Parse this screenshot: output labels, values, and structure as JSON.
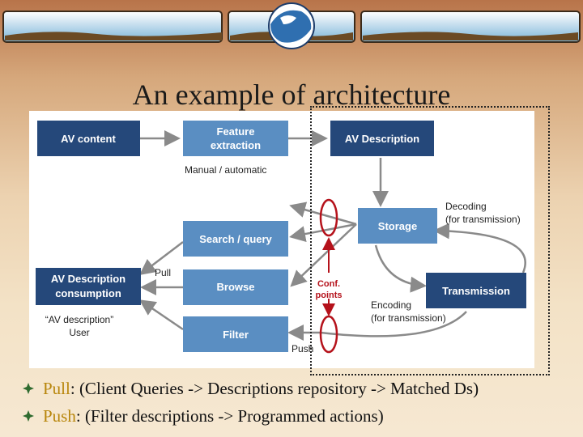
{
  "slide": {
    "title": "An example of architecture"
  },
  "diagram": {
    "boxes": {
      "av_content": "AV content",
      "feature_extraction_l1": "Feature",
      "feature_extraction_l2": "extraction",
      "av_description": "AV Description",
      "storage": "Storage",
      "search_query": "Search / query",
      "browse": "Browse",
      "filter": "Filter",
      "transmission": "Transmission",
      "consumption_l1": "AV Description",
      "consumption_l2": "consumption"
    },
    "labels": {
      "manual_automatic": "Manual / automatic",
      "decoding_l1": "Decoding",
      "decoding_l2": "(for transmission)",
      "encoding_l1": "Encoding",
      "encoding_l2": "(for transmission)",
      "pull": "Pull",
      "push": "Push",
      "conf_l1": "Conf.",
      "conf_l2": "points",
      "user_l1": "“AV description”",
      "user_l2": "User"
    }
  },
  "bullets": [
    {
      "term": "Pull",
      "rest": ": (Client Queries -> Descriptions repository -> Matched Ds)"
    },
    {
      "term": "Push",
      "rest": ": (Filter descriptions -> Programmed actions)"
    }
  ],
  "colors": {
    "box_dark": "#25487a",
    "box_light": "#5a8ec2",
    "arrow": "#8a8a8a",
    "conf_red": "#b5121b",
    "term": "#b8860b",
    "bullet": "#2f6b2f"
  }
}
